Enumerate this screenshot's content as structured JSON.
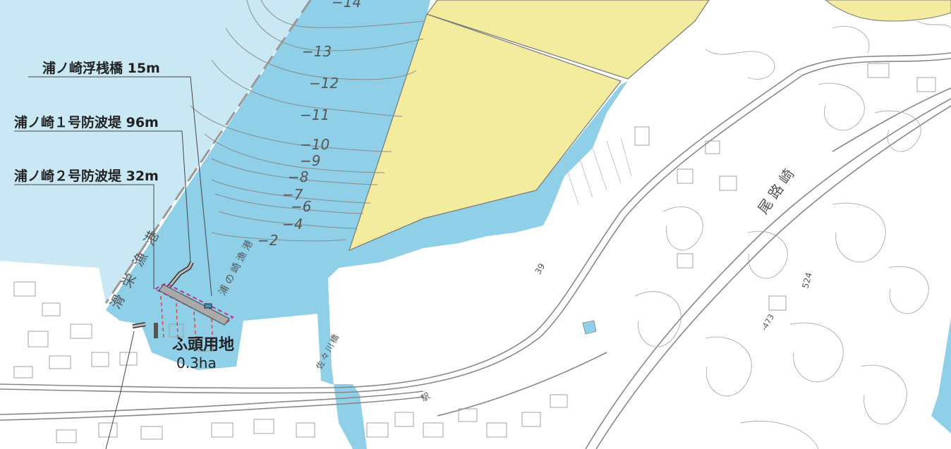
{
  "colors": {
    "sea": "#8fd0e8",
    "deep_sea": "#c9e8f4",
    "reclaimed": "#f3ec9e",
    "land": "#ffffff",
    "road": "#888888",
    "highlight": "#c0338f"
  },
  "labels": {
    "pier": "浦ノ崎浮桟橋 15m",
    "breakwater1": "浦ノ崎１号防波堤 96m",
    "breakwater2": "浦ノ崎２号防波堤 32m",
    "wharf_land": "ふ頭用地",
    "wharf_area": "0.3ha"
  },
  "depths": [
    "−14",
    "−13",
    "−12",
    "−11",
    "−10",
    "−9",
    "−8",
    "−7",
    "−6",
    "−4",
    "−2"
  ],
  "map_text": {
    "harbor_name": "滑栄漁港",
    "channel_name": "浦の崎漁港",
    "river_name": "佐々川橋",
    "district": "尾路崎",
    "road_num": "39",
    "elev1": "524",
    "elev2": "-473",
    "station": "駅"
  }
}
